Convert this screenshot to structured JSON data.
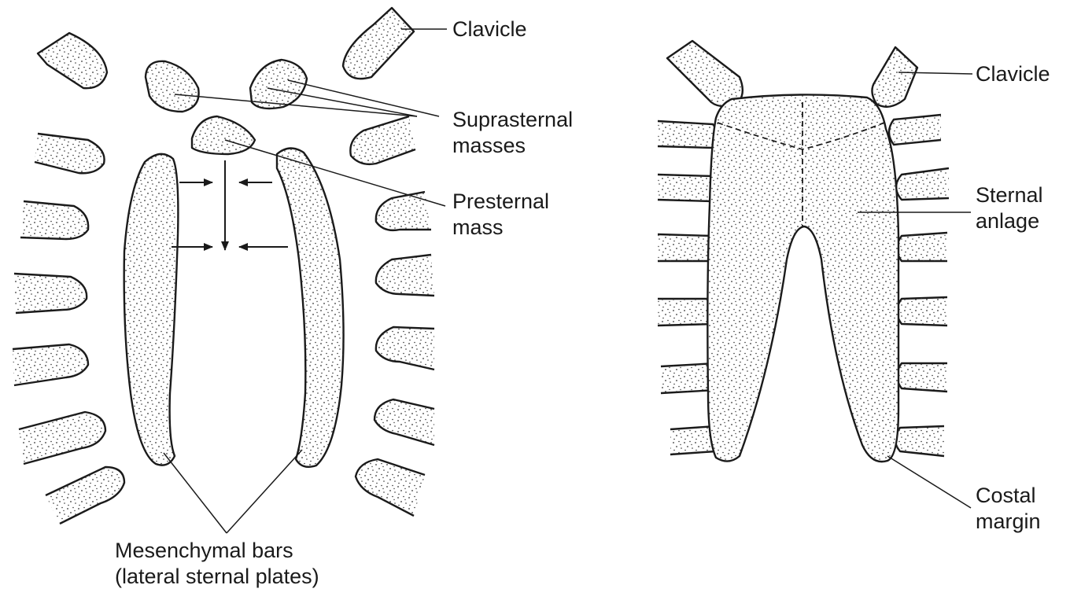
{
  "left_panel": {
    "clavicle_label": "Clavicle",
    "suprasternal_label_line1": "Suprasternal",
    "suprasternal_label_line2": "masses",
    "presternal_label_line1": "Presternal",
    "presternal_label_line2": "mass",
    "bars_label_line1": "Mesenchymal bars",
    "bars_label_line2": "(lateral sternal plates)"
  },
  "right_panel": {
    "clavicle_label": "Clavicle",
    "sternal_label_line1": "Sternal",
    "sternal_label_line2": "anlage",
    "costal_label_line1": "Costal",
    "costal_label_line2": "margin"
  },
  "colors": {
    "ink": "#1a1a1a",
    "background": "#ffffff",
    "stipple": "#333333"
  }
}
